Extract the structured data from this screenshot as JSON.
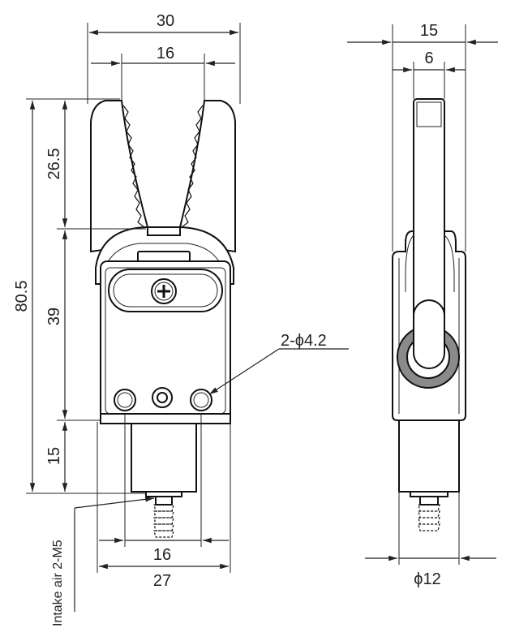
{
  "front_view": {
    "width_outer": "30",
    "width_jaw": "16",
    "height_total": "80.5",
    "height_jaw": "26.5",
    "height_body": "39",
    "height_base": "15",
    "hole_label": "2-ϕ4.2",
    "width_base_inner": "16",
    "width_base_outer": "27",
    "intake_label": "Intake air 2-M5"
  },
  "side_view": {
    "width_outer": "15",
    "width_jaw": "6",
    "base_diameter": "ϕ12"
  },
  "icons": {
    "screw": "phillips-screw-icon"
  }
}
